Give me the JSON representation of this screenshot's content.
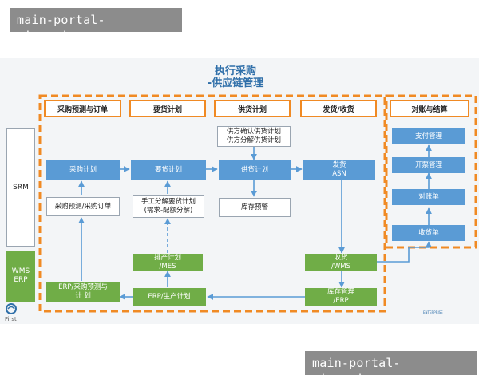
{
  "watermark": "main-portal-aiyouxi.com",
  "title": [
    "执行采购",
    "-供应链管理"
  ],
  "headers": [
    "采购预测与订单",
    "要货计划",
    "供货计划",
    "发货/收货",
    "对账与结算"
  ],
  "side": {
    "srm": "SRM",
    "wms": "WMS ERP"
  },
  "boxes": {
    "caigou_jihua": "采购计划",
    "yuce_dingdan": "采购预测/采购订单",
    "yaohuo_jihua": "要货计划",
    "shougong": [
      "手工分解要货计划",
      "(需求-配额分解)"
    ],
    "paichan": [
      "排产计划",
      "/MES"
    ],
    "erp_shengchan": "ERP/生产计划",
    "erp_yuce": [
      "ERP/采购预测与",
      "计 划"
    ],
    "gonghuo_top": [
      "供方确认供货计划",
      "供方分解供货计划"
    ],
    "gonghuo_jihua": "供货计划",
    "kucun_yujing": "库存预警",
    "fahuo": [
      "发货",
      "ASN"
    ],
    "shouhuo": [
      "收货",
      "/WMS"
    ],
    "kucun_guanli": [
      "库存管理",
      "/ERP"
    ],
    "zhifu": "支付管理",
    "kaipiao": "开票管理",
    "duizhang": "对账单",
    "shouhuodan": "收货单"
  },
  "logos": {
    "left": "First",
    "right": "ENTERPRISE"
  },
  "colors": {
    "orange": "#f08a24",
    "blue": "#5a9bd5",
    "green": "#70ad47",
    "title": "#2f6fa9"
  }
}
